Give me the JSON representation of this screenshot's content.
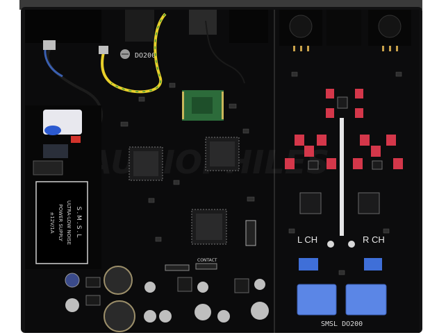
{
  "silkscreen": {
    "model_top": "DO200",
    "model_bottom": "SMSL DO200",
    "left_channel": "L CH",
    "right_channel": "R CH",
    "contact": "CONTACT"
  },
  "power_module": {
    "brand": "S.M.S.L",
    "line1": "ULTRA-LOW NOISE",
    "line2": "POWER SUPPLY",
    "line3": "±12V/1A"
  },
  "watermark": "AUDIOPHILES",
  "colors": {
    "pcb": "#0b0b0c",
    "chassis": "#1a1a1a",
    "bluetooth_module": "#2c6b3a",
    "red_cap": "#d4374a",
    "blue_cap": "#3f6fd8",
    "yellow_wire": "#e8cf2a"
  }
}
